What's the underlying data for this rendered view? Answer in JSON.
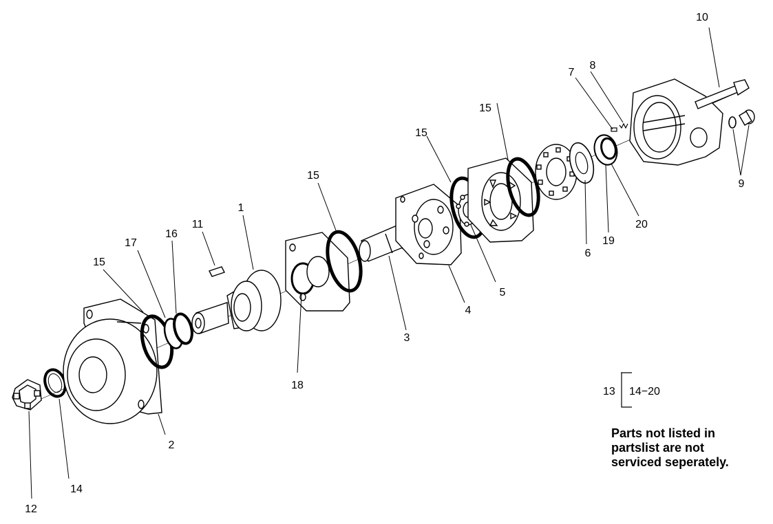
{
  "labels": {
    "p1": "1",
    "p2": "2",
    "p3": "3",
    "p4": "4",
    "p5": "5",
    "p6": "6",
    "p7": "7",
    "p8": "8",
    "p9": "9",
    "p10": "10",
    "p11": "11",
    "p12": "12",
    "p14": "14",
    "p15a": "15",
    "p15b": "15",
    "p15c": "15",
    "p15d": "15",
    "p16": "16",
    "p17": "17",
    "p18": "18",
    "p19": "19",
    "p20": "20"
  },
  "kit": {
    "number": "13",
    "range": "14−20"
  },
  "note": {
    "line1": "Parts not listed in",
    "line2": "partslist are not",
    "line3": "serviced seperately."
  }
}
